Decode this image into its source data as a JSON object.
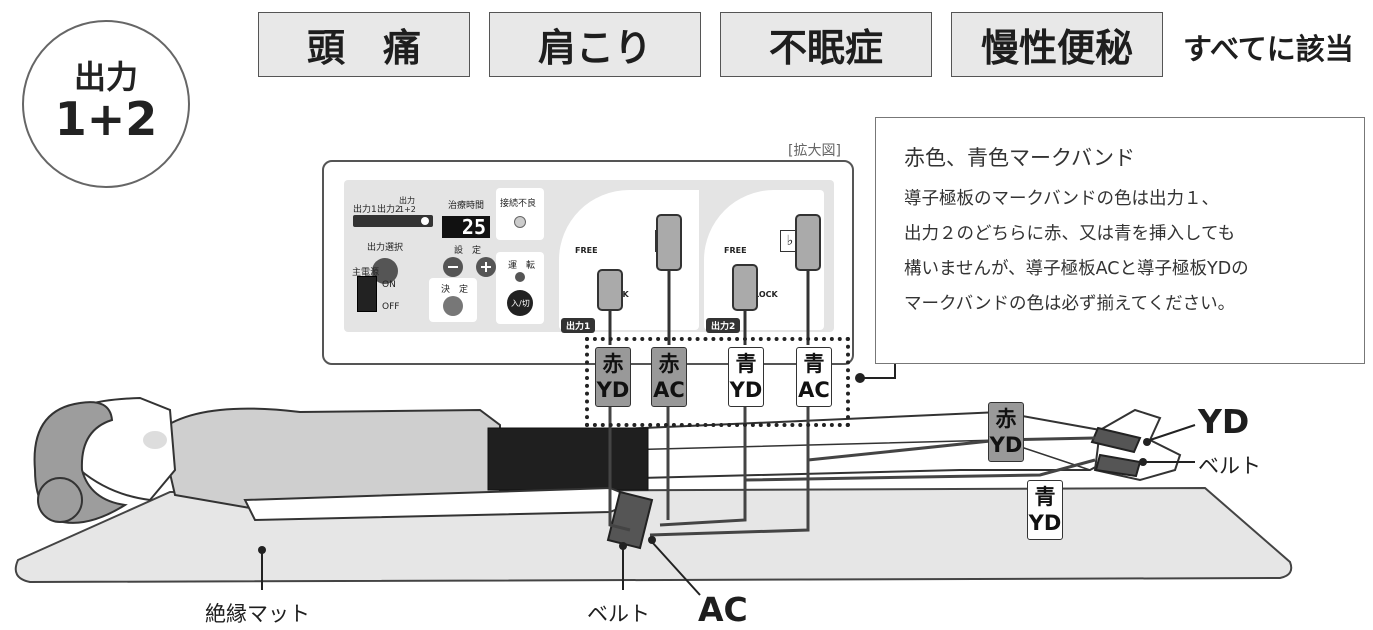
{
  "output_badge": {
    "line1": "出力",
    "line2": "1+2"
  },
  "symptoms": [
    "頭　痛",
    "肩こり",
    "不眠症",
    "慢性便秘"
  ],
  "symptoms_all": "すべてに該当",
  "zoom_label": "[拡大図]",
  "note": {
    "title": "赤色、青色マークバンド",
    "lines": [
      "導子極板のマークバンドの色は出力１、",
      "出力２のどちらに赤、又は青を挿入しても",
      "構いませんが、導子極板ACと導子極板YDの",
      "マークバンドの色は必ず揃えてください。"
    ]
  },
  "device": {
    "out1": "出力1",
    "out2": "出力2",
    "out12": "出力 1+2",
    "output_select": "出力選択",
    "treat_time": "治療時間",
    "timer_value": "25",
    "setting": "設　定",
    "bad_connection": "接続不良",
    "power": "主電源",
    "on": "ON",
    "off": "OFF",
    "decide": "決　定",
    "run": "運　転",
    "onoff": "入/切",
    "jack1": "出力1",
    "jack2": "出力2",
    "free": "FREE",
    "lock": "LOCK"
  },
  "bands": [
    {
      "color": "赤",
      "pad": "YD"
    },
    {
      "color": "赤",
      "pad": "AC"
    },
    {
      "color": "青",
      "pad": "YD"
    },
    {
      "color": "青",
      "pad": "AC"
    }
  ],
  "ankle_bands": [
    {
      "color": "赤",
      "pad": "YD"
    },
    {
      "color": "青",
      "pad": "YD"
    }
  ],
  "labels": {
    "yd": "YD",
    "belt_ankle": "ベルト",
    "belt_waist": "ベルト",
    "ac": "AC",
    "mat": "絶縁マット"
  },
  "colors": {
    "red_band": "#999999",
    "blue_band": "#ffffff",
    "outline": "#333333"
  }
}
